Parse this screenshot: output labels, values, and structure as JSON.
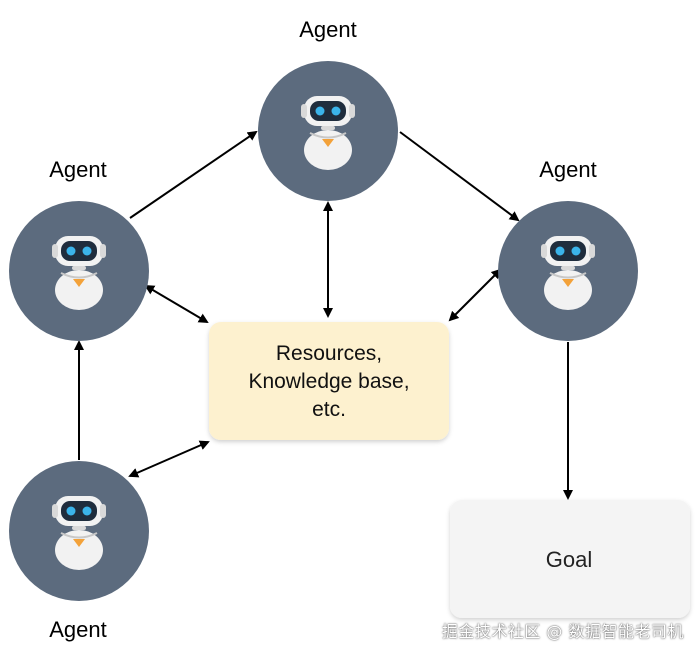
{
  "agents": {
    "top": {
      "label": "Agent"
    },
    "left": {
      "label": "Agent"
    },
    "right": {
      "label": "Agent"
    },
    "bottom": {
      "label": "Agent"
    }
  },
  "resources_box": {
    "lines": [
      "Resources,",
      "Knowledge base,",
      "etc."
    ]
  },
  "goal_box": {
    "label": "Goal"
  },
  "watermark": {
    "text": "掘金技术社区 @ 数据智能老司机"
  },
  "colors": {
    "agent_circle": "#5c6b7e",
    "robot_white": "#f2f2f2",
    "robot_visor": "#1f2d3d",
    "robot_eye": "#3bb4ea",
    "robot_accent": "#f3a23a",
    "resources_fill": "#fdf1cf",
    "goal_fill": "#f4f4f4",
    "arrow": "#000000"
  },
  "icons": {
    "agent": "robot-icon"
  }
}
